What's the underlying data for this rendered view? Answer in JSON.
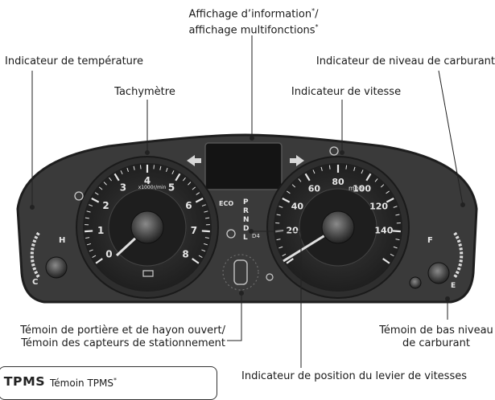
{
  "labels": {
    "info_display_line1": "Affichage d’information",
    "info_display_line1_mark": "*",
    "info_display_line1_suffix": "/",
    "info_display_line2": "affichage multifonctions",
    "info_display_line2_mark": "*",
    "temperature": "Indicateur de température",
    "fuel_level": "Indicateur de niveau de carburant",
    "tachometer": "Tachymètre",
    "speedometer": "Indicateur de vitesse",
    "door_line1": "Témoin de portière et de hayon ouvert/",
    "door_line2": "Témoin des capteurs de stationnement",
    "low_fuel_line1": "Témoin de bas niveau",
    "low_fuel_line2": "de carburant",
    "shift_position": "Indicateur de position du levier de vitesses"
  },
  "tpms": {
    "logo": "TPMS",
    "text": "Témoin TPMS",
    "mark": "*"
  },
  "gauges": {
    "tach_unit": "x1000r/min",
    "tach_ticks": [
      "0",
      "1",
      "2",
      "3",
      "4",
      "5",
      "6",
      "7",
      "8"
    ],
    "speed_unit": "mph",
    "speed_ticks": [
      "20",
      "40",
      "60",
      "80",
      "100",
      "120",
      "140"
    ],
    "temp_hot": "H",
    "temp_cold": "C",
    "fuel_full": "F",
    "fuel_empty": "E",
    "shift_positions": [
      "P",
      "R",
      "N",
      "D",
      "L"
    ],
    "eco": "ECO",
    "d4": "D4"
  },
  "colors": {
    "panel": "#3a3a3a",
    "panel_edge": "#1e1e1e",
    "gauge_face": "#262626",
    "tick": "#e6e6e6"
  }
}
